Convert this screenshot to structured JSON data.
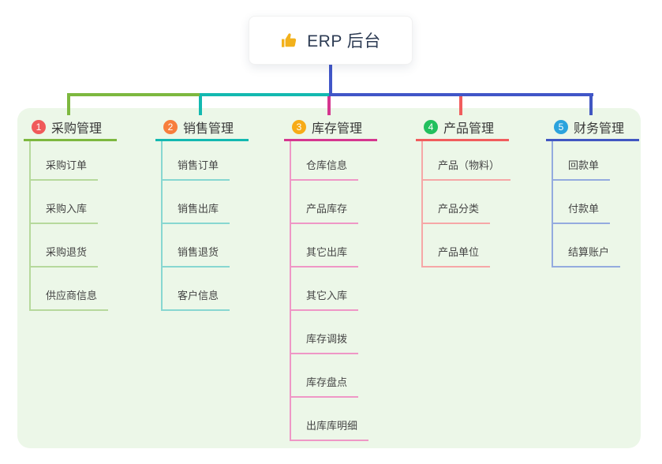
{
  "root": {
    "icon": "thumbs-up-icon",
    "label": "ERP 后台"
  },
  "panel_color": "#ecf7e8",
  "connectors": {
    "root_color": "#4156c8",
    "segment_colors": [
      "#7db83f",
      "#13b9b0",
      "#4156c8"
    ]
  },
  "branches": [
    {
      "number": "1",
      "label": "采购管理",
      "badge_color": "#f05a5a",
      "line_color": "#7db83f",
      "item_line_color": "#b6d99c",
      "items": [
        "采购订单",
        "采购入库",
        "采购退货",
        "供应商信息"
      ]
    },
    {
      "number": "2",
      "label": "销售管理",
      "badge_color": "#f77e3d",
      "line_color": "#13b9b0",
      "item_line_color": "#87d7d1",
      "items": [
        "销售订单",
        "销售出库",
        "销售退货",
        "客户信息"
      ]
    },
    {
      "number": "3",
      "label": "库存管理",
      "badge_color": "#f7ab17",
      "line_color": "#d5368f",
      "item_line_color": "#ef97c6",
      "items": [
        "仓库信息",
        "产品库存",
        "其它出库",
        "其它入库",
        "库存调拨",
        "库存盘点",
        "出库库明细"
      ]
    },
    {
      "number": "4",
      "label": "产品管理",
      "badge_color": "#22c05e",
      "line_color": "#f15d5d",
      "item_line_color": "#f6a7a7",
      "items": [
        "产品（物料）",
        "产品分类",
        "产品单位"
      ]
    },
    {
      "number": "5",
      "label": "财务管理",
      "badge_color": "#2ba3dd",
      "line_color": "#4157c2",
      "item_line_color": "#94abdf",
      "items": [
        "回款单",
        "付款单",
        "结算账户"
      ]
    }
  ]
}
